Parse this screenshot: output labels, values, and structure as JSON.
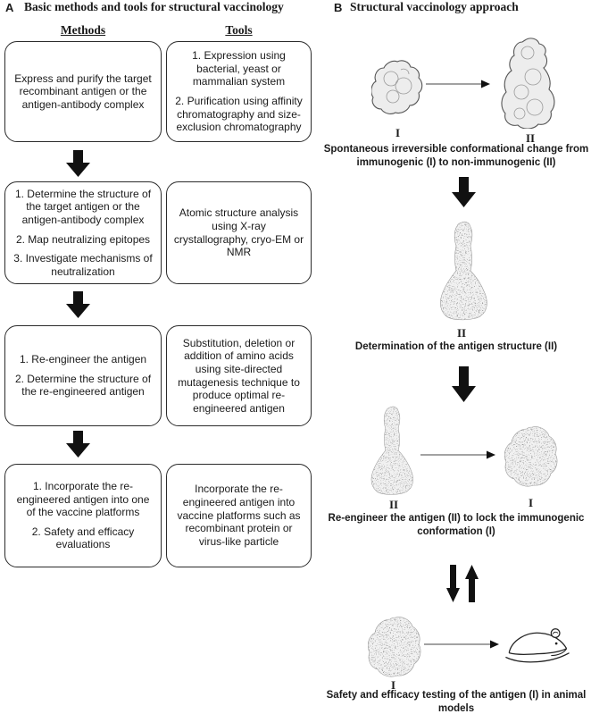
{
  "colors": {
    "background": "#ffffff",
    "text": "#1a1a1a",
    "box_border": "#2b2b2b",
    "arrow_black": "#111111",
    "structure_fill": "#ededed",
    "structure_speckle": "#555555"
  },
  "panel_a": {
    "label": "A",
    "title": "Basic methods and tools for structural vaccinology",
    "columns": {
      "methods": "Methods",
      "tools": "Tools"
    },
    "rows": [
      {
        "methods": [
          "Express and purify the target recombinant antigen or the antigen-antibody complex"
        ],
        "tools": [
          "1. Expression using bacterial, yeast or mammalian system",
          "2. Purification using affinity chromatography and size-exclusion chromatography"
        ]
      },
      {
        "methods": [
          "1. Determine the structure of the target antigen or the antigen-antibody complex",
          "2. Map neutralizing epitopes",
          "3. Investigate mechanisms of neutralization"
        ],
        "tools": [
          "Atomic structure analysis using X-ray crystallography, cryo-EM or NMR"
        ]
      },
      {
        "methods": [
          "1. Re-engineer the antigen",
          "2. Determine the structure of the re-engineered antigen"
        ],
        "tools": [
          "Substitution, deletion or addition of amino acids using site-directed mutagenesis technique to produce optimal re-engineered antigen"
        ]
      },
      {
        "methods": [
          "1. Incorporate the re-engineered antigen into one of the vaccine platforms",
          "2. Safety and efficacy evaluations"
        ],
        "tools": [
          "Incorporate the re-engineered antigen into vaccine platforms such as recombinant protein or virus-like particle"
        ]
      }
    ]
  },
  "panel_b": {
    "label": "B",
    "title": "Structural vaccinology approach",
    "steps": [
      {
        "left_label": "I",
        "right_label": "II",
        "caption": "Spontaneous irreversible conformational change from immunogenic (I) to non-immunogenic (II)"
      },
      {
        "center_label": "II",
        "caption": "Determination of the antigen structure (II)"
      },
      {
        "left_label": "II",
        "right_label": "I",
        "caption": "Re-engineer the antigen (II) to lock the immunogenic conformation (I)"
      },
      {
        "left_label": "I",
        "caption": "Safety and efficacy testing of the antigen (I) in animal models"
      }
    ]
  },
  "icons": {
    "down_block_arrow": "⬇",
    "up_block_arrow": "⬆",
    "thin_right_arrow": "→",
    "mouse": "animal-model-mouse-sketch"
  }
}
